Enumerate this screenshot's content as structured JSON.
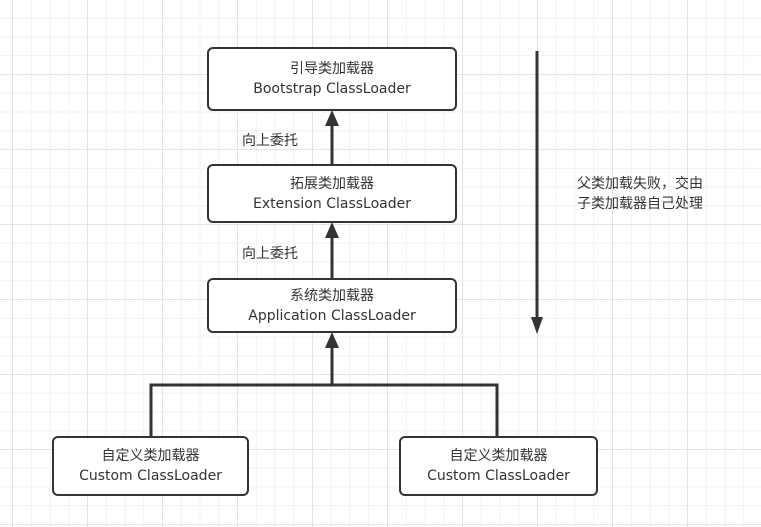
{
  "diagram": {
    "nodes": {
      "bootstrap": {
        "zh": "引导类加载器",
        "en": "Bootstrap ClassLoader"
      },
      "extension": {
        "zh": "拓展类加载器",
        "en": "Extension ClassLoader"
      },
      "application": {
        "zh": "系统类加载器",
        "en": "Application ClassLoader"
      },
      "custom_left": {
        "zh": "自定义类加载器",
        "en": "Custom ClassLoader"
      },
      "custom_right": {
        "zh": "自定义类加载器",
        "en": "Custom ClassLoader"
      }
    },
    "edge_labels": {
      "ext_to_boot": "向上委托",
      "app_to_ext": "向上委托"
    },
    "note": {
      "line1": "父类加载失败，交由",
      "line2": "子类加载器自己处理"
    },
    "colors": {
      "stroke": "#333333",
      "grid_major": "#e3e3e3",
      "grid_minor": "#f1f1f1"
    }
  }
}
